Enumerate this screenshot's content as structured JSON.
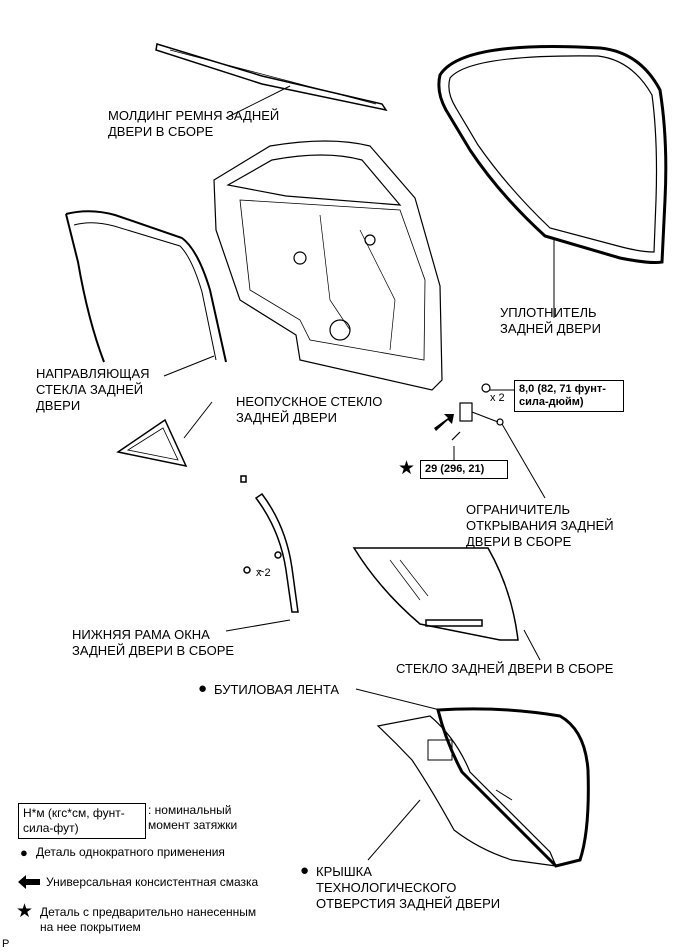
{
  "labels": {
    "belt_molding": "МОЛДИНГ РЕМНЯ ЗАДНЕЙ\nДВЕРИ В СБОРЕ",
    "weatherstrip": "УПЛОТНИТЕЛЬ\nЗАДНЕЙ ДВЕРИ",
    "glass_run": "НАПРАВЛЯЮЩАЯ\nСТЕКЛА ЗАДНЕЙ\nДВЕРИ",
    "quarter_glass": "НЕОПУСКНОЕ СТЕКЛО\nЗАДНЕЙ ДВЕРИ",
    "check_assy": "ОГРАНИЧИТЕЛЬ\nОТКРЫВАНИЯ ЗАДНЕЙ\nДВЕРИ В СБОРЕ",
    "lower_frame": "НИЖНЯЯ РАМА ОКНА\nЗАДНЕЙ ДВЕРИ В СБОРЕ",
    "door_glass": "СТЕКЛО ЗАДНЕЙ ДВЕРИ В СБОРЕ",
    "butyl_tape": "БУТИЛОВАЯ ЛЕНТА",
    "service_cover": "КРЫШКА\nТЕХНОЛОГИЧЕСКОГО\nОТВЕРСТИЯ ЗАДНЕЙ ДВЕРИ"
  },
  "torques": {
    "bolt_small": "8,0 (82, 71 фунт-\nсила-дюйм)",
    "bolt_large": "29 (296, 21)"
  },
  "counts": {
    "check_bolts": "x 2",
    "frame_bolts": "x 2"
  },
  "legend": {
    "torque_box": "Н*м (кгс*см, фунт-\nсила-фут)",
    "torque_desc": ": номинальный\nмомент затяжки",
    "non_reusable": "Деталь однократного применения",
    "grease": "Универсальная консистентная смазка",
    "precoated": "Деталь с предварительно нанесенным\nна нее покрытием"
  },
  "corner_mark": "P"
}
